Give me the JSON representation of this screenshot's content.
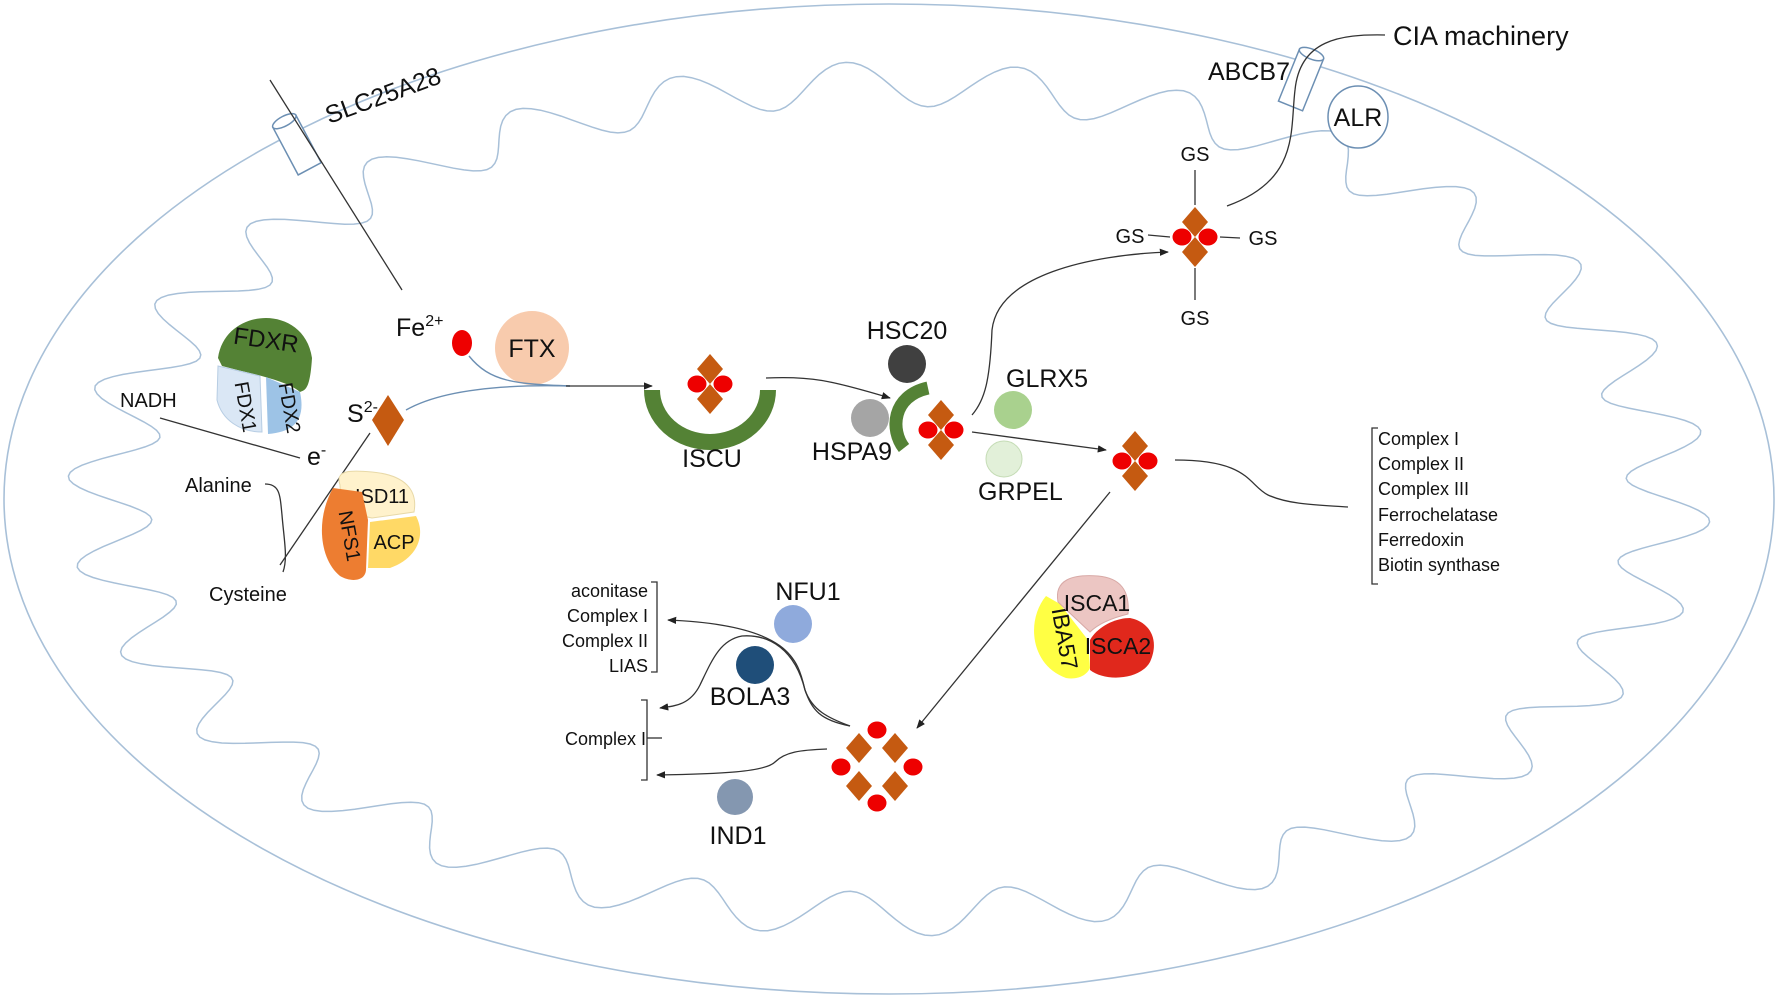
{
  "labels": {
    "slc25a28": "SLC25A28",
    "abcb7": "ABCB7",
    "cia": "CIA machinery",
    "alr": "ALR",
    "fe_base": "Fe",
    "fe_sup": "2+",
    "s_base": "S",
    "s_sup": "2-",
    "ftx": "FTX",
    "nadh": "NADH",
    "e_base": "e",
    "e_sup": "-",
    "alanine": "Alanine",
    "cysteine": "Cysteine",
    "fdxr": "FDXR",
    "fdx1": "FDX1",
    "fdx2": "FDX2",
    "isd11": "ISD11",
    "nfs1": "NFS1",
    "acp": "ACP",
    "iscu": "ISCU",
    "hsc20": "HSC20",
    "hspa9": "HSPA9",
    "glrx5": "GLRX5",
    "grpel": "GRPEL",
    "gs_top": "GS",
    "gs_left": "GS",
    "gs_right": "GS",
    "gs_bottom": "GS",
    "isca1": "ISCA1",
    "isca2": "ISCA2",
    "iba57": "IBA57",
    "nfu1": "NFU1",
    "bola3": "BOLA3",
    "ind1": "IND1"
  },
  "targets_2fe2s": [
    "Complex I",
    "Complex II",
    "Complex III",
    "Ferrochelatase",
    "Ferredoxin",
    "Biotin synthase"
  ],
  "targets_nfu1": [
    "aconitase",
    "Complex I",
    "Complex II",
    "LIAS"
  ],
  "targets_ind1": [
    "Complex I"
  ],
  "colors": {
    "membrane": "#a8c0d8",
    "iron": "#ee0000",
    "sulfur": "#c55a11",
    "fdxr": "#548235",
    "fdx1": "#dae7f5",
    "fdx2": "#9dc3e6",
    "nfs1": "#ed7d31",
    "isd11": "#fff2cc",
    "acp": "#ffd966",
    "ftx": "#f8cbad",
    "iscu": "#548235",
    "hsc20": "#404040",
    "hspa9": "#a5a5a5",
    "glrx5": "#a9d18e",
    "grpel": "#e2f0d9",
    "isca1": "#ecc6c3",
    "isca2": "#e0281c",
    "iba57": "#ffff44",
    "nfu1": "#8faadc",
    "bola3": "#1f4e79",
    "ind1": "#8497b0"
  }
}
